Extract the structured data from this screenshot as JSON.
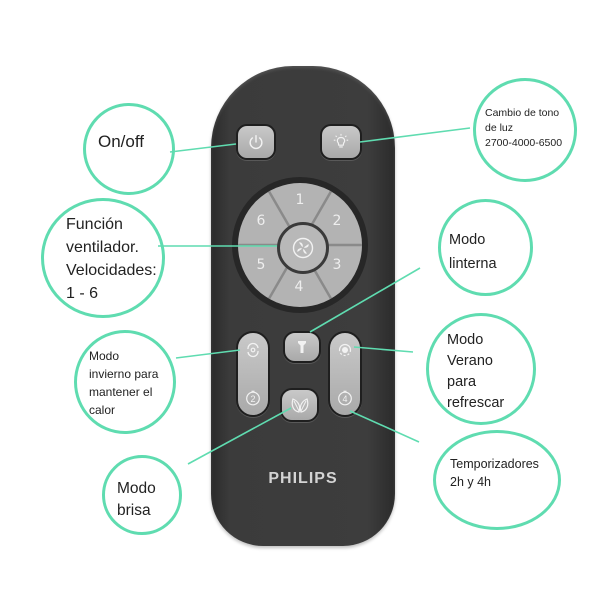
{
  "colors": {
    "accent": "#5fdcb0",
    "remote_body": "#3b3b3b",
    "button_gray": "#b3b3b3",
    "text": "#222222",
    "background": "#ffffff"
  },
  "remote": {
    "brand": "PHILIPS",
    "buttons": {
      "power": {
        "icon": "power-icon"
      },
      "light_tone": {
        "icon": "lightbulb-icon"
      },
      "fan_center": {
        "icon": "fan-icon"
      },
      "speeds": [
        "1",
        "2",
        "3",
        "4",
        "5",
        "6"
      ],
      "flashlight": {
        "icon": "flashlight-icon"
      },
      "winter": {
        "icon": "winter-rotate-icon"
      },
      "timer_2h": {
        "label": "2",
        "icon": "timer-icon"
      },
      "breeze": {
        "icon": "leaf-icon"
      },
      "summer": {
        "icon": "summer-sun-icon"
      },
      "timer_4h": {
        "label": "4",
        "icon": "timer-icon"
      }
    }
  },
  "callouts": {
    "on_off": "On/off",
    "light_tone": "Cambio de tono\nde luz\n2700-4000-6500",
    "fan": "Función\nventilador.\nVelocidades:\n1 - 6",
    "flashlight": "Modo\nlinterna",
    "winter": "Modo\ninvierno para\nmantener el\ncalor",
    "summer": "Modo\nVerano\npara\nrefrescar",
    "timers": "Temporizadores\n2h y 4h",
    "breeze": "Modo\nbrisa"
  }
}
